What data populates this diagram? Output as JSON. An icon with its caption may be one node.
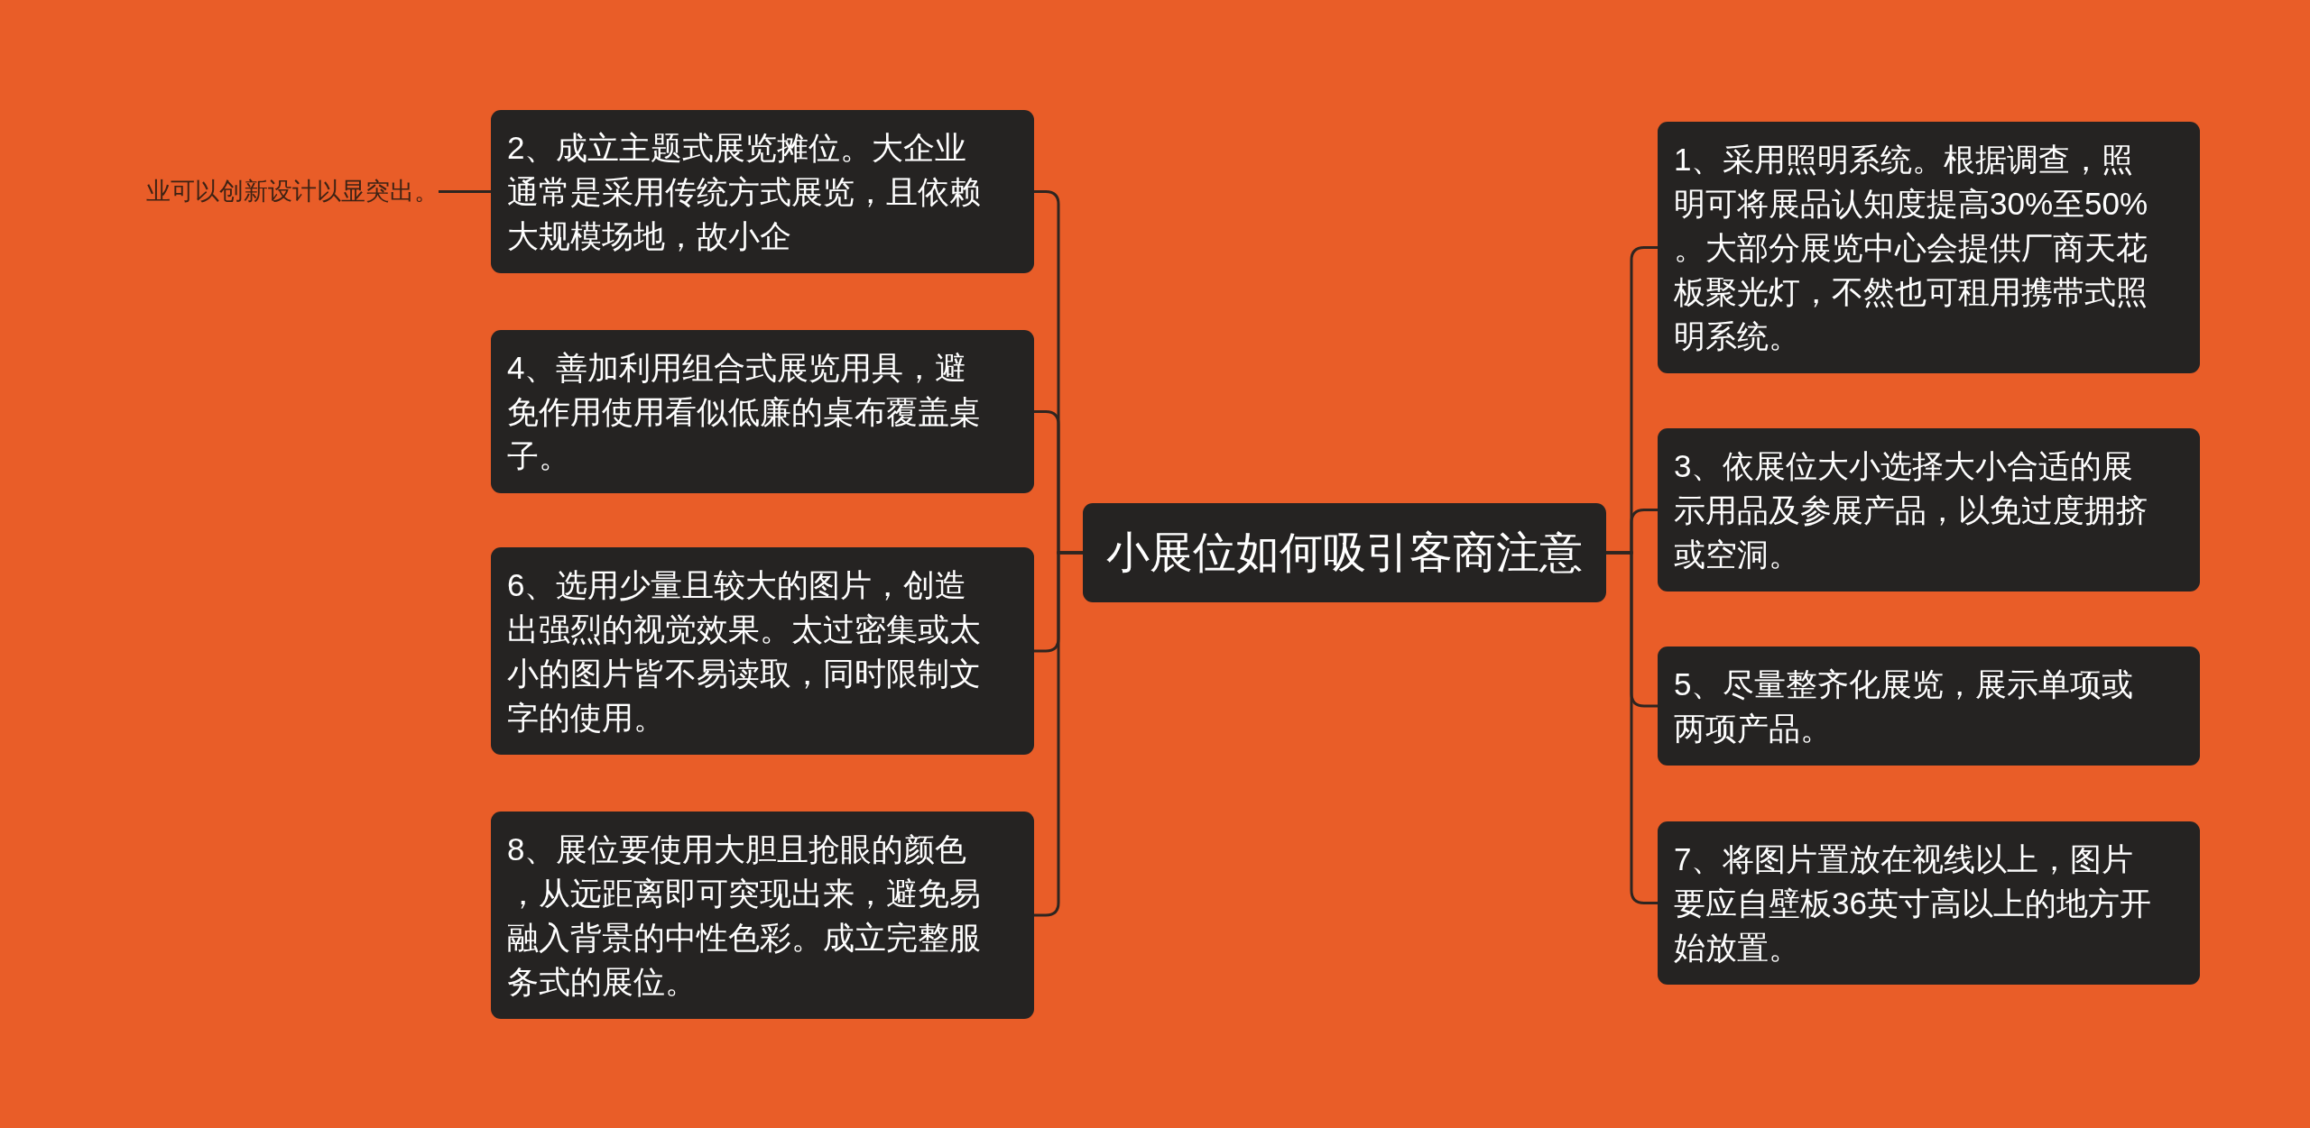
{
  "diagram": {
    "nodes": [
      {
        "text": [
          "小展位如何吸引客商注意"
        ]
      },
      {
        "text": [
          "1、采用照明系统。根据调查，照明可将展品认知度提高30%至50%。大部分展览中心会提供厂商天花板聚光灯，不然也可租用携带式照明系统。"
        ]
      },
      {
        "text": [
          "2、成立主题式展览摊位。大企业通常是采用传统方式展览，且依赖大规模场地，故小企"
        ]
      },
      {
        "text": [
          "3、依展位大小选择大小合适的展示用品及参展产品，以免过度拥挤或空洞。"
        ]
      },
      {
        "text": [
          "4、善加利用组合式展览用具，避免作用使用看似低廉的桌布覆盖桌子。"
        ]
      },
      {
        "text": [
          "5、尽量整齐化展览，展示单项或两项产品。"
        ]
      },
      {
        "text": [
          "6、选用少量且较大的图片，创造出强烈的视觉效果。太过密集或太小的图片皆不易读取，同时限制文字的使用。"
        ]
      },
      {
        "text": [
          "7、将图片置放在视线以上，图片要应自壁板36英寸高以上的地方开始放置。"
        ]
      },
      {
        "text": [
          "8、展位要使用大胆且抢眼的颜色，从远距离即可突现出来，避免易融入背景的中性色彩。成立完整服务式的展位。"
        ]
      },
      {
        "text": [
          "业可以创新设计以显突出。"
        ]
      }
    ],
    "edges": [
      {
        "from": 0,
        "to": 1,
        "arrow": "none"
      },
      {
        "from": 0,
        "to": 2,
        "arrow": "none"
      },
      {
        "from": 0,
        "to": 3,
        "arrow": "none"
      },
      {
        "from": 0,
        "to": 4,
        "arrow": "none"
      },
      {
        "from": 0,
        "to": 5,
        "arrow": "none"
      },
      {
        "from": 0,
        "to": 6,
        "arrow": "none"
      },
      {
        "from": 0,
        "to": 7,
        "arrow": "none"
      },
      {
        "from": 0,
        "to": 8,
        "arrow": "none"
      },
      {
        "from": 2,
        "to": 9,
        "arrow": "none"
      }
    ]
  }
}
